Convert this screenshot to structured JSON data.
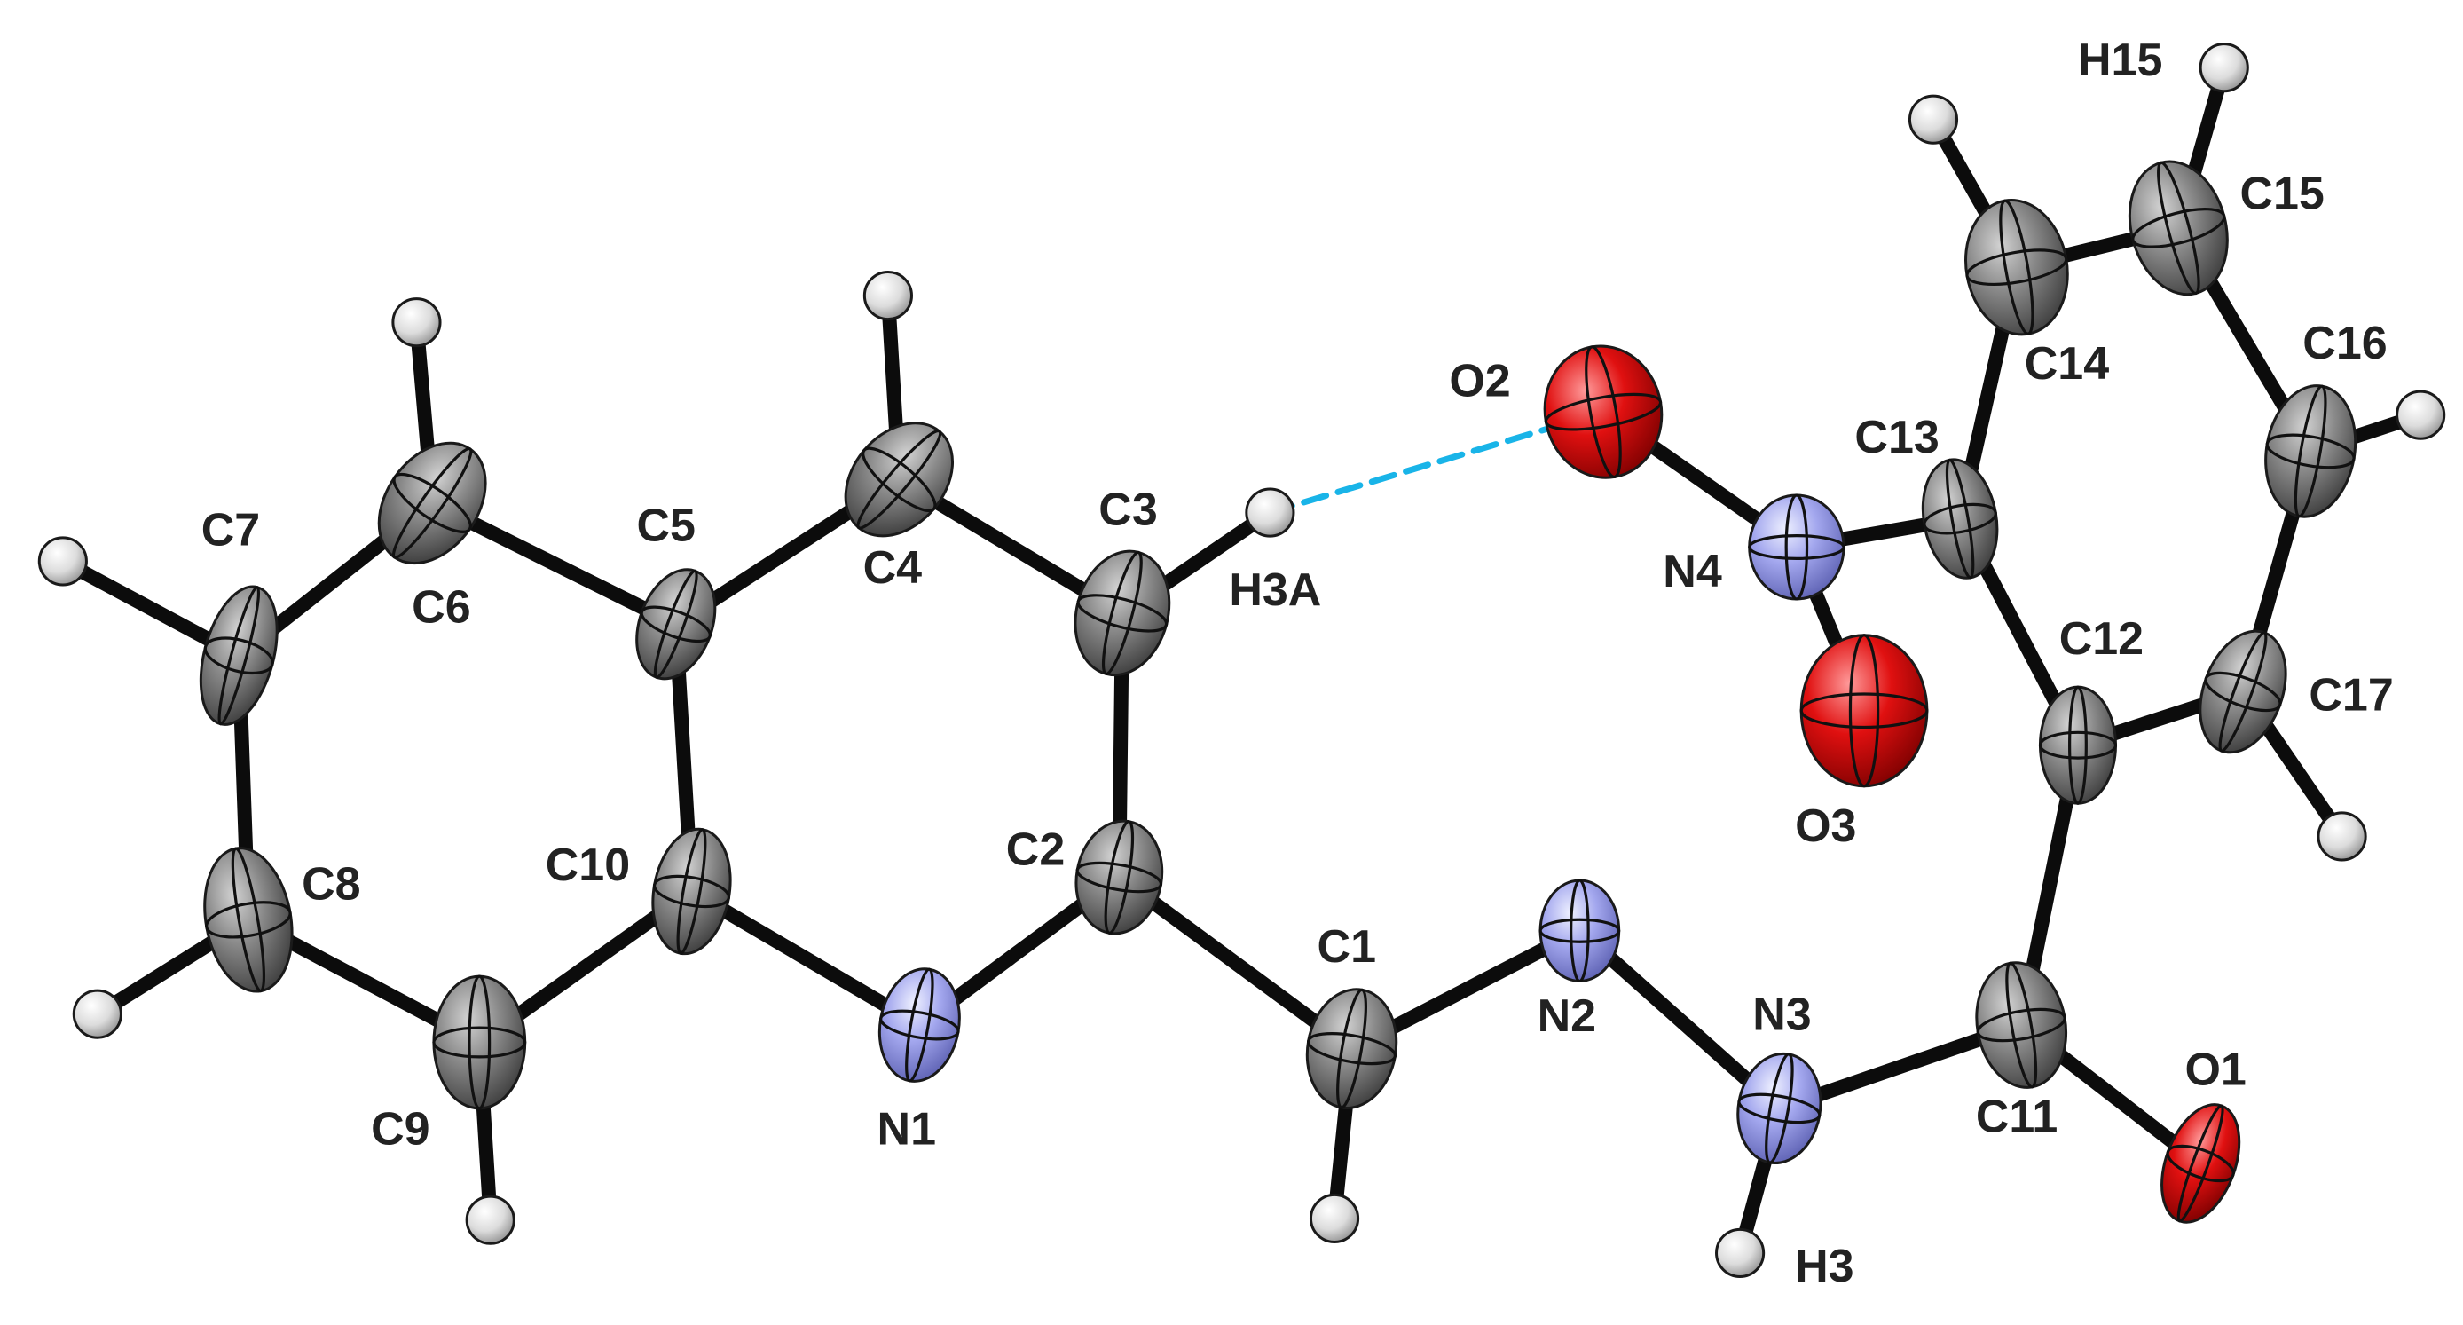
{
  "colors": {
    "carbon": "#808080",
    "nitrogen": "#a0a4ee",
    "oxygen": "#e41414",
    "hydrogen": "#dcdcdc",
    "bond": "#0c0c0c",
    "hydrogen_bond": "#19b4e8"
  },
  "atoms": [
    {
      "label": "C1",
      "element": "C"
    },
    {
      "label": "C2",
      "element": "C"
    },
    {
      "label": "C3",
      "element": "C"
    },
    {
      "label": "C4",
      "element": "C"
    },
    {
      "label": "C5",
      "element": "C"
    },
    {
      "label": "C6",
      "element": "C"
    },
    {
      "label": "C7",
      "element": "C"
    },
    {
      "label": "C8",
      "element": "C"
    },
    {
      "label": "C9",
      "element": "C"
    },
    {
      "label": "C10",
      "element": "C"
    },
    {
      "label": "C11",
      "element": "C"
    },
    {
      "label": "C12",
      "element": "C"
    },
    {
      "label": "C13",
      "element": "C"
    },
    {
      "label": "C14",
      "element": "C"
    },
    {
      "label": "C15",
      "element": "C"
    },
    {
      "label": "C16",
      "element": "C"
    },
    {
      "label": "C17",
      "element": "C"
    },
    {
      "label": "N1",
      "element": "N"
    },
    {
      "label": "N2",
      "element": "N"
    },
    {
      "label": "N3",
      "element": "N"
    },
    {
      "label": "N4",
      "element": "N"
    },
    {
      "label": "O1",
      "element": "O"
    },
    {
      "label": "O2",
      "element": "O"
    },
    {
      "label": "O3",
      "element": "O"
    },
    {
      "label": "H3",
      "element": "H"
    },
    {
      "label": "H3A",
      "element": "H"
    },
    {
      "label": "H15",
      "element": "H"
    },
    {
      "label": "",
      "element": "H",
      "bonded_to": "C1"
    },
    {
      "label": "",
      "element": "H",
      "bonded_to": "C4"
    },
    {
      "label": "",
      "element": "H",
      "bonded_to": "C6"
    },
    {
      "label": "",
      "element": "H",
      "bonded_to": "C7"
    },
    {
      "label": "",
      "element": "H",
      "bonded_to": "C8"
    },
    {
      "label": "",
      "element": "H",
      "bonded_to": "C9"
    },
    {
      "label": "",
      "element": "H",
      "bonded_to": "C14"
    },
    {
      "label": "",
      "element": "H",
      "bonded_to": "C16"
    },
    {
      "label": "",
      "element": "H",
      "bonded_to": "C17"
    }
  ],
  "hydrogen_bonds": [
    {
      "donor_h": "H3A",
      "acceptor": "O2"
    }
  ]
}
